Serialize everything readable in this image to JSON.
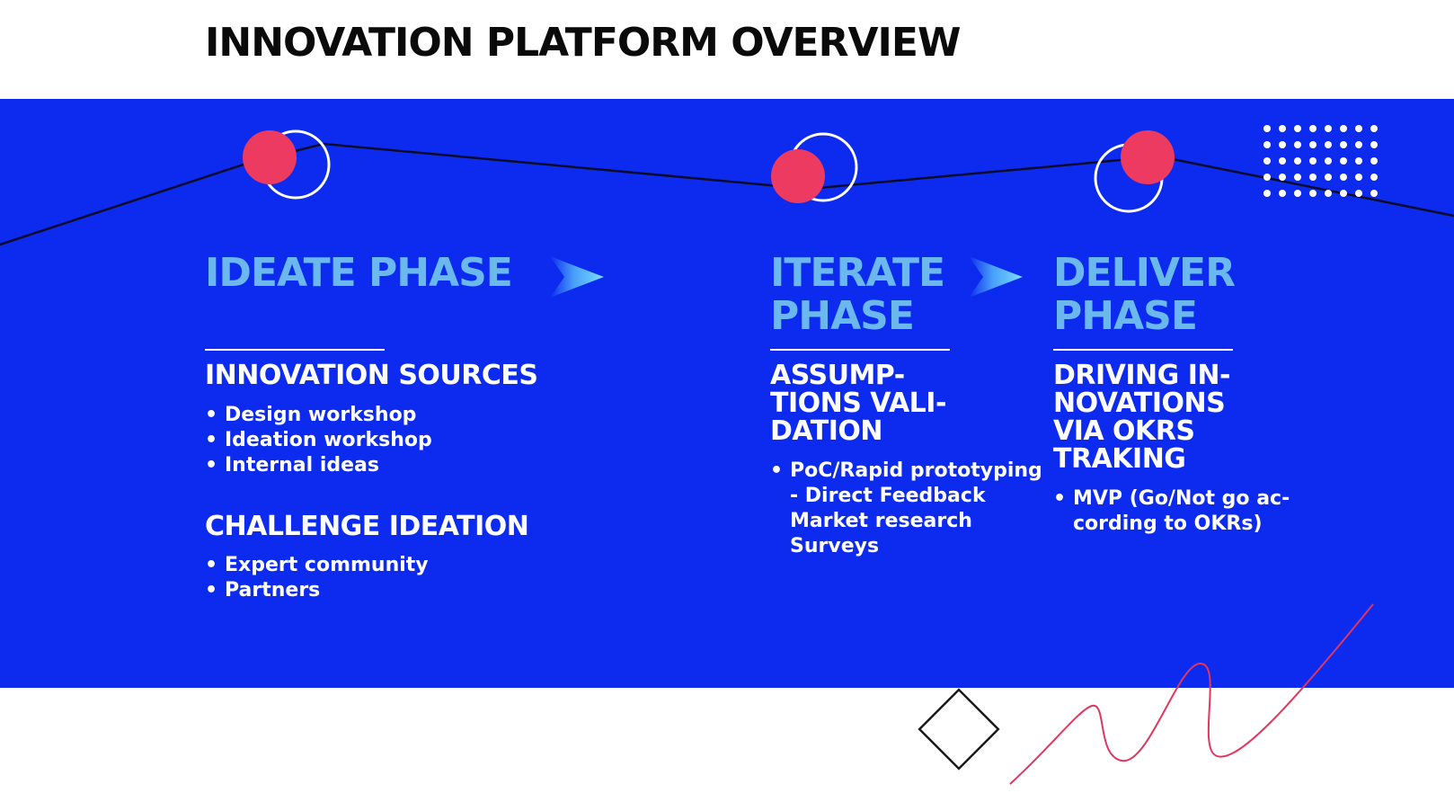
{
  "title": "INNOVATION PLATFORM OVERVIEW",
  "colors": {
    "band": "#0c2bef",
    "accent_red": "#ec3a60",
    "phase_heading": "#6ab8ee",
    "text": "#ffffff",
    "title_text": "#0a0a0a"
  },
  "phases": [
    {
      "heading_lines": [
        "IDEATE PHASE"
      ],
      "sections": [
        {
          "heading_lines": [
            "INNOVATION SOURCES"
          ],
          "items": [
            "Design workshop",
            "Ideation workshop",
            "Internal ideas"
          ]
        },
        {
          "heading_lines": [
            "CHALLENGE IDEATION"
          ],
          "items": [
            "Expert community",
            "Partners"
          ]
        }
      ]
    },
    {
      "heading_lines": [
        "ITERATE",
        "PHASE"
      ],
      "sections": [
        {
          "heading_lines": [
            "ASSUMP-",
            "TIONS VALI-",
            "DATION"
          ],
          "items": [
            {
              "lines": [
                "PoC/Rapid prototyping",
                "-  Direct Feedback",
                "Market research",
                "Surveys"
              ]
            }
          ]
        }
      ]
    },
    {
      "heading_lines": [
        "DELIVER",
        "PHASE"
      ],
      "sections": [
        {
          "heading_lines": [
            "DRIVING IN-",
            "NOVATIONS",
            "VIA OKRS",
            "TRAKING"
          ],
          "items": [
            {
              "lines": [
                "MVP (Go/Not go ac-",
                "cording to OKRs)"
              ]
            }
          ]
        }
      ]
    }
  ]
}
